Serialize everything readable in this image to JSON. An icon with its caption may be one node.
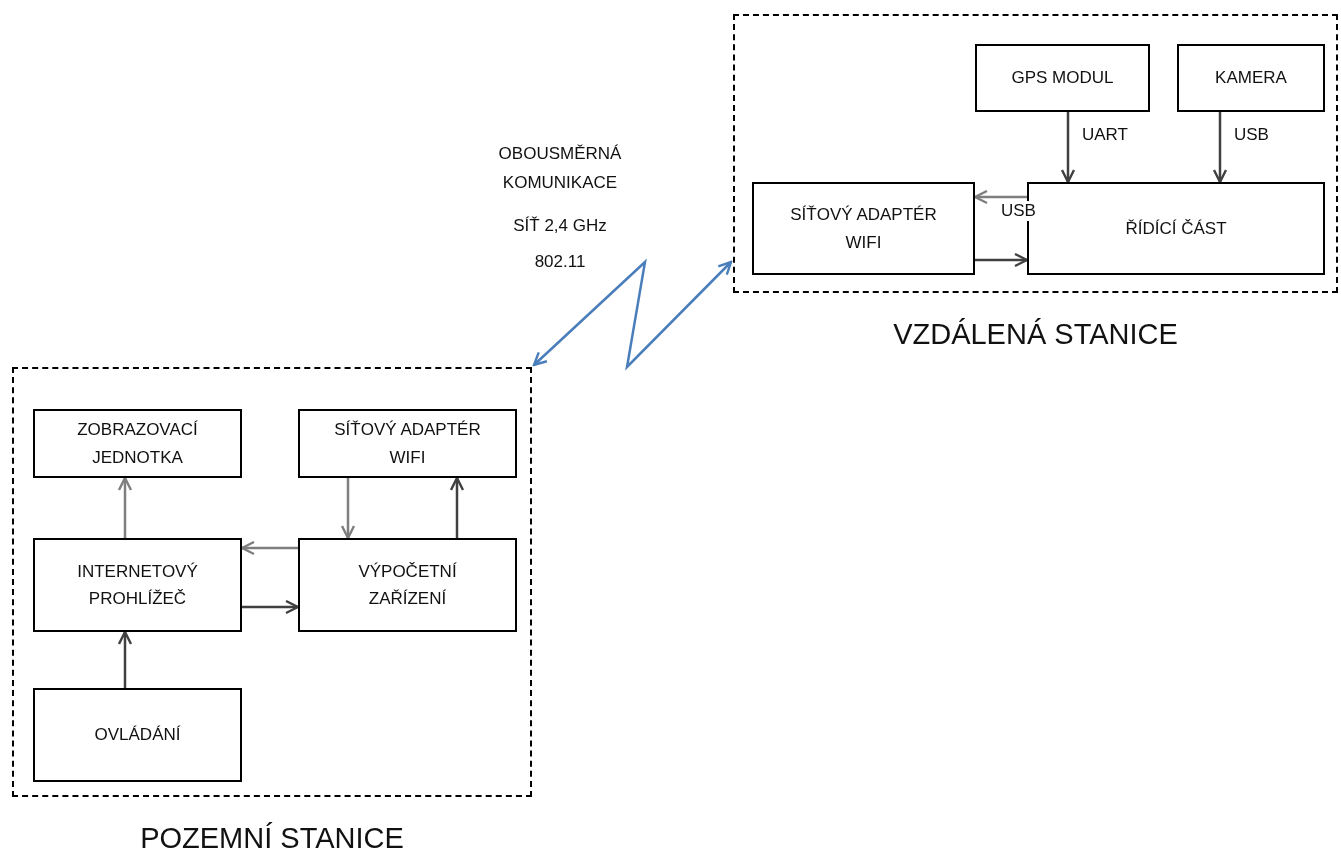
{
  "diagram": {
    "nodes": [
      {
        "text": [
          "VZDÁLENÁ STANICE"
        ]
      },
      {
        "text": [
          "GPS MODUL"
        ],
        "in": 0
      },
      {
        "text": [
          "KAMERA"
        ],
        "in": 0
      },
      {
        "text": [
          "SÍŤOVÝ ADAPTÉR WIFI"
        ],
        "in": 0
      },
      {
        "text": [
          "ŘÍDÍCÍ ČÁST"
        ],
        "in": 0
      },
      {
        "text": [
          "POZEMNÍ STANICE"
        ]
      },
      {
        "text": [
          "ZOBRAZOVACÍ JEDNOTKA"
        ],
        "in": 5
      },
      {
        "text": [
          "SÍŤOVÝ ADAPTÉR WIFI"
        ],
        "in": 5
      },
      {
        "text": [
          "INTERNETOVÝ PROHLÍŽEČ"
        ],
        "in": 5
      },
      {
        "text": [
          "VÝPOČETNÍ ZAŘÍZENÍ"
        ],
        "in": 5
      },
      {
        "text": [
          "OVLÁDÁNÍ"
        ],
        "in": 5
      }
    ],
    "edges": [
      {
        "from": 1,
        "to": 4,
        "arrow": "to",
        "label": "UART"
      },
      {
        "from": 2,
        "to": 4,
        "arrow": "to",
        "label": "USB"
      },
      {
        "from": 4,
        "to": 3,
        "arrow": "to",
        "color": "#7f7f7f",
        "label": "USB"
      },
      {
        "from": 3,
        "to": 4,
        "arrow": "to"
      },
      {
        "from": 8,
        "to": 6,
        "arrow": "to",
        "color": "#7f7f7f"
      },
      {
        "from": 7,
        "to": 9,
        "arrow": "to",
        "color": "#7f7f7f"
      },
      {
        "from": 9,
        "to": 7,
        "arrow": "to"
      },
      {
        "from": 9,
        "to": 8,
        "arrow": "to",
        "color": "#7f7f7f"
      },
      {
        "from": 8,
        "to": 9,
        "arrow": "to"
      },
      {
        "from": 10,
        "to": 8,
        "arrow": "to"
      },
      {
        "from": 5,
        "to": 0,
        "arrow": "both",
        "color": "#4a7ebb"
      }
    ],
    "labels": [
      "OBOUSMĚRNÁ KOMUNIKACE",
      "SÍŤ 2,4 GHz",
      "802.11"
    ]
  }
}
